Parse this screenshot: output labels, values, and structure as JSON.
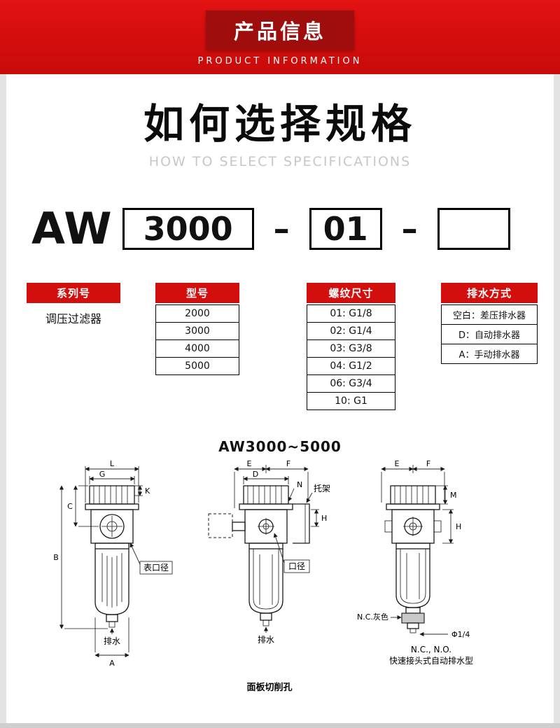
{
  "banner": {
    "title": "产品信息",
    "subtitle": "PRODUCT INFORMATION"
  },
  "section": {
    "title": "如何选择规格",
    "subtitle": "HOW TO SELECT SPECIFICATIONS"
  },
  "model_code": {
    "prefix": "AW",
    "model": "3000",
    "dash": "–",
    "thread": "01",
    "drain": ""
  },
  "columns": [
    {
      "header": "系列号",
      "rows": [
        "调压过滤器"
      ]
    },
    {
      "header": "型号",
      "rows": [
        "2000",
        "3000",
        "4000",
        "5000"
      ]
    },
    {
      "header": "螺纹尺寸",
      "rows": [
        "01: G1/8",
        "02: G1/4",
        "03: G3/8",
        "04: G1/2",
        "06: G3/4",
        "10: G1"
      ]
    },
    {
      "header": "排水方式",
      "rows": [
        "空白：差压排水器",
        "D：自动排水器",
        "A：手动排水器"
      ]
    }
  ],
  "diagram": {
    "title": "AW3000~5000",
    "dims": {
      "L": "L",
      "G": "G",
      "K": "K",
      "C": "C",
      "B": "B",
      "A": "A",
      "E": "E",
      "D": "D",
      "F": "F",
      "N": "N",
      "H": "H",
      "M": "M"
    },
    "labels": {
      "gauge_port": "表口径",
      "bracket": "托架",
      "port": "口径",
      "drain": "排水",
      "nc_gray": "N.C.灰色",
      "phi": "Φ1/4",
      "nc_no": "N.C., N.O.",
      "auto_drain_type": "快速接头式自动排水型",
      "panel_cut": "面板切削孔"
    }
  },
  "theme": {
    "red": "#d30f0e",
    "dark_red": "#9f0d0d",
    "gray_subtitle": "#c7c7c7"
  }
}
